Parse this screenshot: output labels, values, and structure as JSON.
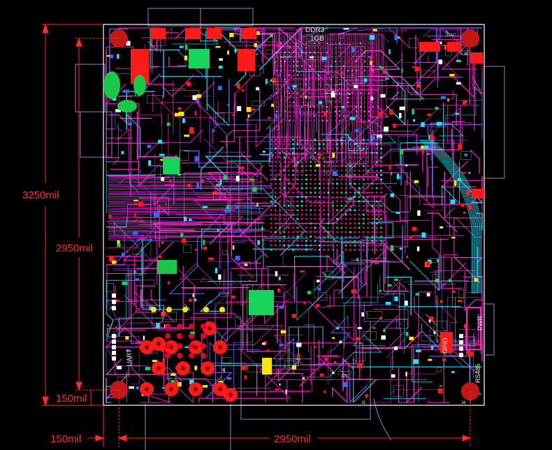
{
  "dimensions": {
    "outer_height": "3250mil",
    "inner_height": "2950mil",
    "corner_offset_y": "150mil",
    "corner_offset_x": "150mil",
    "inner_width": "2950mil"
  },
  "silkscreen": {
    "ddr3": "DDR3",
    "ddr3_size": "1GB",
    "jtac": "JTAC",
    "j6": "J6",
    "j1": "J1",
    "j21": "J21",
    "j4": "J4",
    "gpio": "GPIO",
    "uart": "UART",
    "rs485": "RS485",
    "pwr": "PWR"
  },
  "colors": {
    "dimension": "#ff2a2a",
    "board_outline": "#ffffff",
    "trace_magenta": "#ff1fd0",
    "trace_cyan": "#19e6ff",
    "pad_red": "#ff1a1a",
    "pad_green": "#19d45a",
    "pad_yellow": "#ffe600"
  }
}
